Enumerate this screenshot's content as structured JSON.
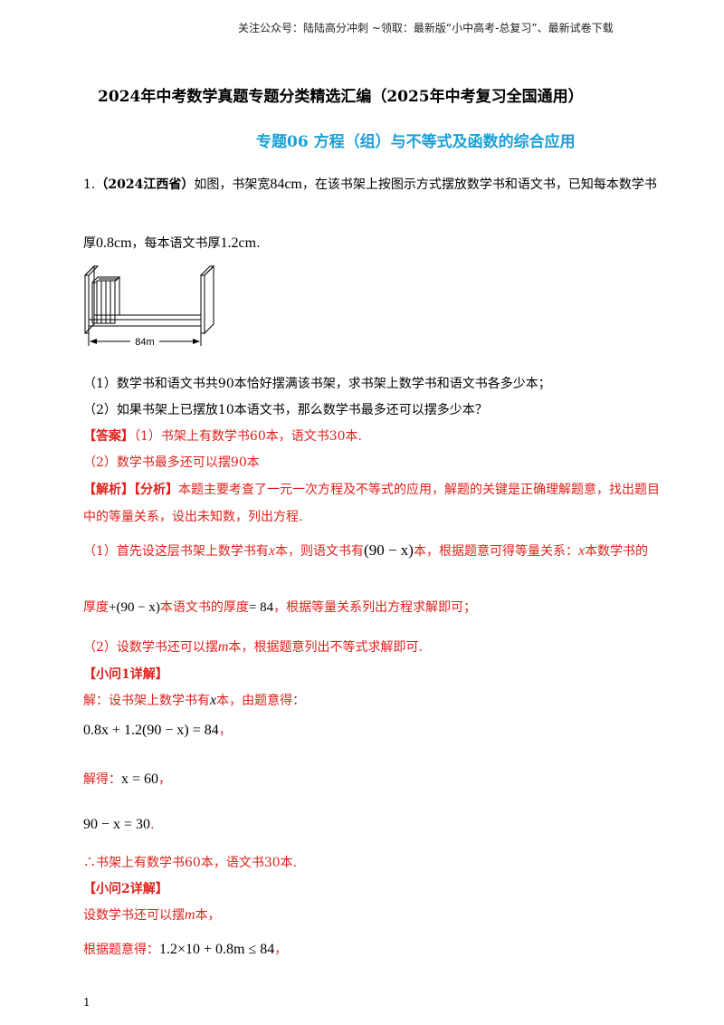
{
  "header": {
    "text": "关注公众号：陆陆高分冲刺 ~领取：最新版“小中高考-总复习”、最新试卷下载"
  },
  "doc_title": "2024年中考数学真题专题分类精选汇编（2025年中考复习全国通用）",
  "doc_subtitle": "专题06 方程（组）与不等式及函数的综合应用",
  "question": {
    "number": "1.",
    "source": "（2024江西省）",
    "line1": "如图，书架宽",
    "width_value": "84cm",
    "line1_rest": "，在该书架上按图示方式摆放数学书和语文书，已知每本数学书",
    "line2_a": "厚",
    "math_thick": "0.8cm",
    "line2_b": "，每本语文书厚",
    "chinese_thick": "1.2cm",
    "line2_end": ".",
    "figure_label": "84m",
    "q1": "（1）数学书和语文书共90本恰好摆满该书架，求书架上数学书和语文书各多少本；",
    "q2": "（2）如果书架上已摆放10本语文书，那么数学书最多还可以摆多少本？"
  },
  "answer": {
    "tag": "【答案】",
    "a1": "（1）书架上有数学书60本，语文书30本.",
    "a2": "（2）数学书最多还可以摆90本"
  },
  "analysis": {
    "tag": "【解析】【分析】",
    "line1": "本题主要考查了一元一次方程及不等式的应用，解题的关键是正确理解题意，找出题目",
    "line2": "中的等量关系，设出未知数，列出方程.",
    "line3_a": "（1）首先设这层书架上数学书有",
    "line3_x": "x",
    "line3_b": "本，则语文书有",
    "line3_expr": "(90 − x)",
    "line3_c": "本，根据题意可得等量关系：",
    "line3_x2": "x",
    "line3_d": "本数学书的",
    "line4_a": "厚度",
    "line4_expr": "+(90 − x)",
    "line4_b": "本语文书的厚度",
    "line4_eq": "= 84",
    "line4_c": "，根据等量关系列出方程求解即可；",
    "line5": "（2）设数学书还可以摆",
    "line5_m": "m",
    "line5_b": "本，根据题意列出不等式求解即可."
  },
  "detail1": {
    "tag": "【小问1详解】",
    "line1_a": "解：设书架上数学书有",
    "line1_x": "x",
    "line1_b": "本，由题意得：",
    "eq1": "0.8x + 1.2(90 − x) = 84",
    "eq1_end": "，",
    "solve_label": "解得：",
    "eq2": "x = 60",
    "eq2_end": "，",
    "eq3": "90 − x = 30",
    "eq3_end": ".",
    "conclusion": "∴书架上有数学书60本，语文书30本."
  },
  "detail2": {
    "tag": "【小问2详解】",
    "line1_a": "设数学书还可以摆",
    "line1_m": "m",
    "line1_b": "本，",
    "line2_a": "根据题意得：",
    "ineq": "1.2×10 + 0.8m ≤ 84",
    "ineq_end": "，"
  },
  "page_number": "1"
}
